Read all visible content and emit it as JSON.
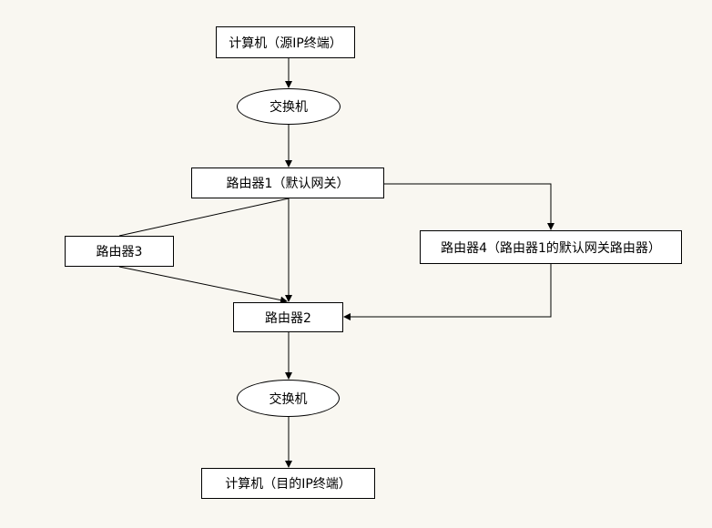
{
  "diagram": {
    "nodes": {
      "pc_src": "计算机（源IP终端）",
      "switch_top": "交换机",
      "router1": "路由器1（默认网关）",
      "router3": "路由器3",
      "router4": "路由器4（路由器1的默认网关路由器）",
      "router2": "路由器2",
      "switch_bottom": "交换机",
      "pc_dst": "计算机（目的IP终端）"
    },
    "edges": [
      {
        "from": "pc_src",
        "to": "switch_top",
        "arrow": true
      },
      {
        "from": "switch_top",
        "to": "router1",
        "arrow": true
      },
      {
        "from": "router1",
        "to": "router2",
        "arrow": true
      },
      {
        "from": "router1",
        "to": "router3",
        "arrow": false
      },
      {
        "from": "router3",
        "to": "router2",
        "arrow": true
      },
      {
        "from": "router1",
        "to": "router4",
        "arrow": true
      },
      {
        "from": "router4",
        "to": "router2",
        "arrow": true
      },
      {
        "from": "router2",
        "to": "switch_bottom",
        "arrow": true
      },
      {
        "from": "switch_bottom",
        "to": "pc_dst",
        "arrow": true
      }
    ],
    "colors": {
      "background": "#f9f7f1",
      "node_fill": "#ffffff",
      "stroke": "#000000"
    }
  }
}
